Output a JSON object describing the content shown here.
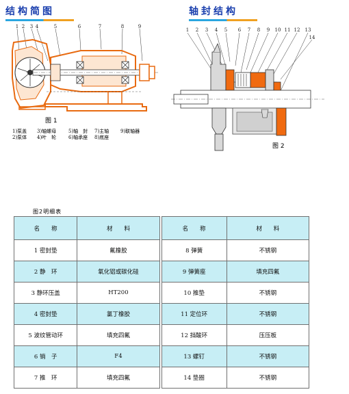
{
  "headings": {
    "left": "结构简图",
    "right": "轴封结构"
  },
  "figure1": {
    "caption": "图 1",
    "callouts": [
      "1",
      "2",
      "3",
      "4",
      "5",
      "6",
      "7",
      "8",
      "9"
    ],
    "legend": [
      [
        "1)泵盖",
        "3)轴螺母",
        "5)轴　封",
        "7)主轴",
        "9)联轴器"
      ],
      [
        "2)泵体",
        "4)叶　轮",
        "6)轴承座",
        "8)底座",
        ""
      ]
    ]
  },
  "figure2": {
    "caption": "图 2",
    "callouts": [
      "1",
      "2",
      "3",
      "4",
      "5",
      "6",
      "7",
      "8",
      "9",
      "10",
      "11",
      "12",
      "13",
      "14"
    ]
  },
  "table": {
    "title": "图2明细表",
    "headers": [
      "名　　称",
      "材　　料",
      "名　　称",
      "材　　料"
    ],
    "rows": [
      [
        "1 密封垫",
        "氟橡胶",
        "8 弹簧",
        "不锈钢"
      ],
      [
        "2 静　环",
        "氧化铝或碳化硅",
        "9 弹簧座",
        "填充四氟"
      ],
      [
        "3 静环压盖",
        "HT200",
        "10 推垫",
        "不锈钢"
      ],
      [
        "4 密封垫",
        "氯丁橡胶",
        "11 定位环",
        "不锈钢"
      ],
      [
        "5 波纹管动环",
        "填充四氟",
        "12 挡酸环",
        "压压板"
      ],
      [
        "6 销　子",
        "F4",
        "13 螺钉",
        "不锈钢"
      ],
      [
        "7 推　环",
        "填充四氟",
        "14 垫圈",
        "不锈钢"
      ]
    ]
  }
}
